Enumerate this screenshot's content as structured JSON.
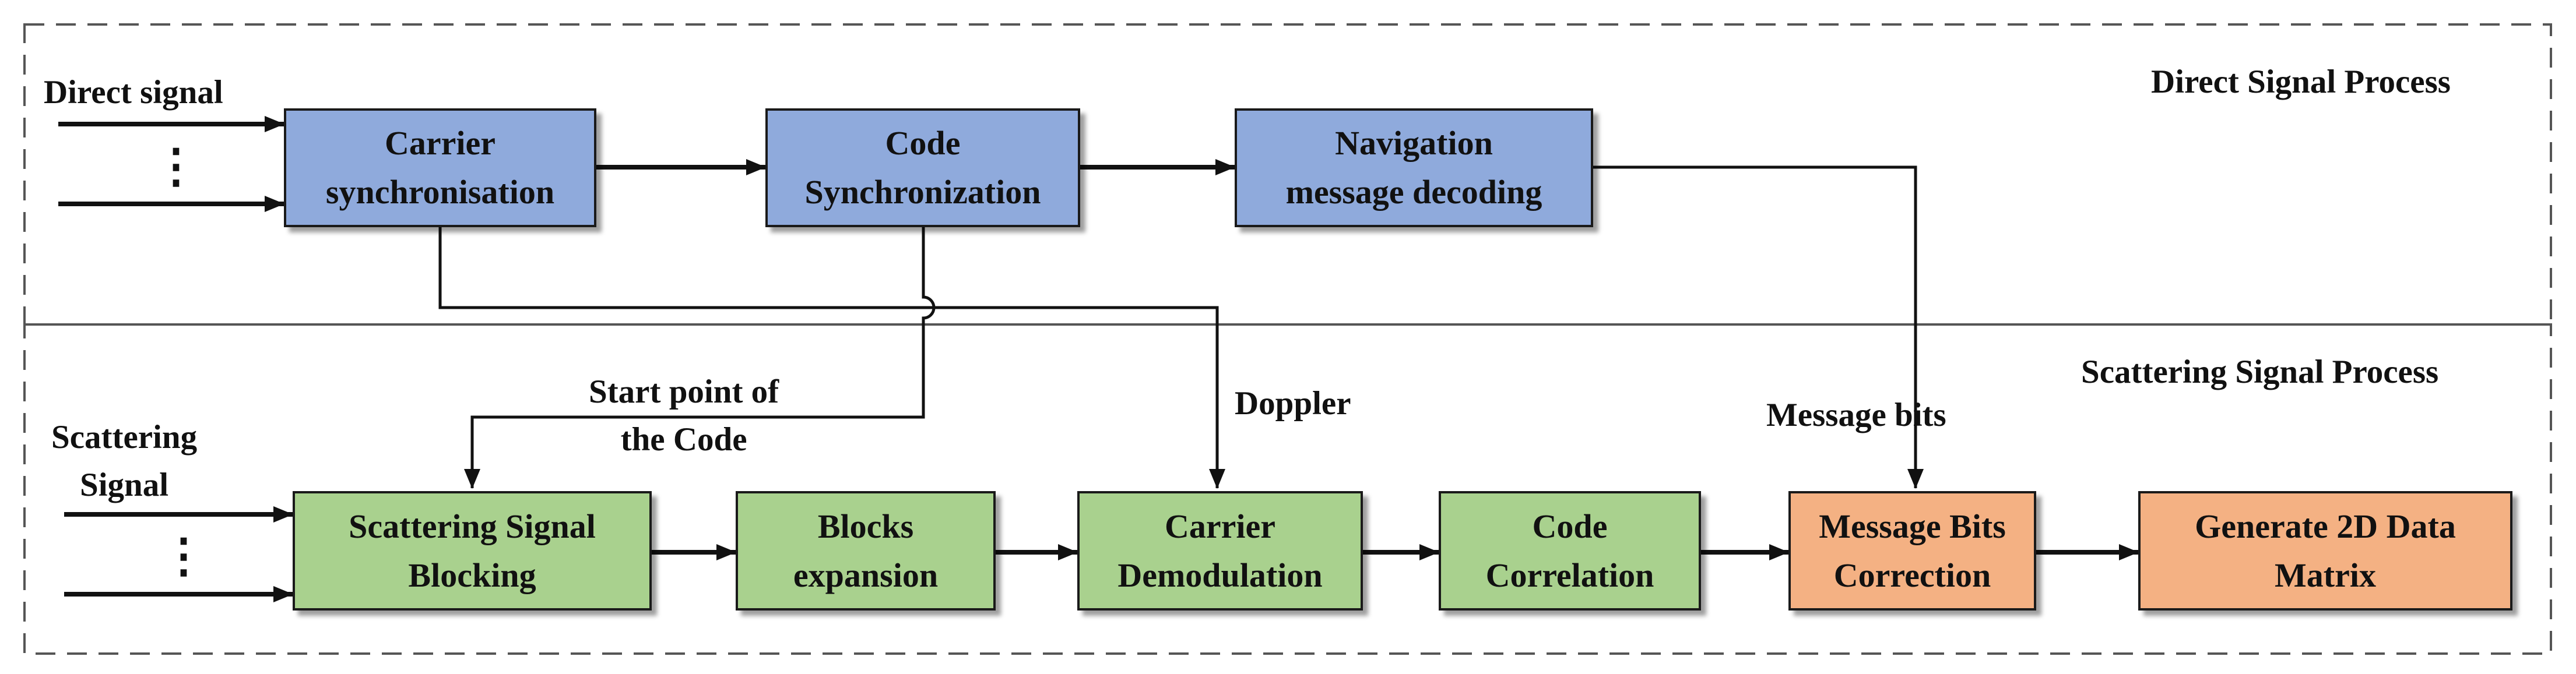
{
  "colors": {
    "direct_block": "#8faadc",
    "scatter_block": "#a9d18e",
    "output_block": "#f4b183",
    "line": "#111111",
    "dashed_border": "#555555"
  },
  "regions": {
    "direct_title": "Direct Signal Process",
    "scatter_title": "Scattering Signal Process"
  },
  "inputs": {
    "direct_label": "Direct signal",
    "scatter_label_line1": "Scattering",
    "scatter_label_line2": "Signal",
    "ellipsis": "⋮"
  },
  "direct_blocks": {
    "carrier_sync": {
      "line1": "Carrier",
      "line2": "synchronisation"
    },
    "code_sync": {
      "line1": "Code",
      "line2": "Synchronization"
    },
    "nav_decoding": {
      "line1": "Navigation",
      "line2": "message decoding"
    }
  },
  "scatter_blocks": {
    "blocking": {
      "line1": "Scattering Signal",
      "line2": "Blocking"
    },
    "expansion": {
      "line1": "Blocks",
      "line2": "expansion"
    },
    "demodulation": {
      "line1": "Carrier",
      "line2": "Demodulation"
    },
    "correlation": {
      "line1": "Code",
      "line2": "Correlation"
    },
    "bits_correction": {
      "line1": "Message Bits",
      "line2": "Correction"
    },
    "data_matrix": {
      "line1": "Generate 2D Data",
      "line2": "Matrix"
    }
  },
  "connection_labels": {
    "start_point_line1": "Start point of",
    "start_point_line2": "the Code",
    "doppler": "Doppler",
    "message_bits": "Message bits"
  }
}
